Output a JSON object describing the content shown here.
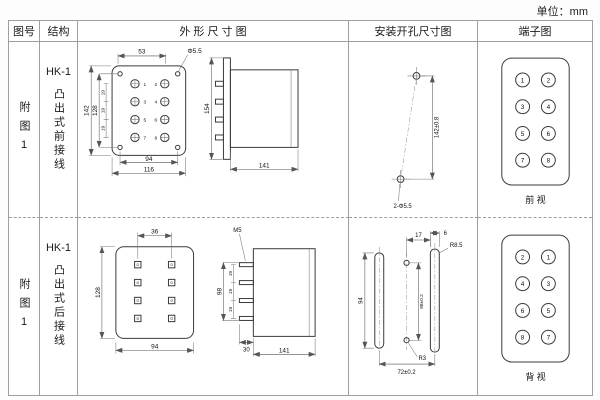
{
  "unit_label": "单位：mm",
  "header": {
    "fig_no": "图号",
    "structure": "结构",
    "outline": "外 形 尺 寸 图",
    "mounting": "安装开孔尺寸图",
    "terminal": "端子图"
  },
  "row1": {
    "fig": "附图1",
    "model": "HK-1",
    "desc": "凸出式前接线",
    "outline": {
      "d53": "53",
      "dia": "Φ5.5",
      "d142": "142",
      "d128": "128",
      "d19a": "19",
      "d19b": "19",
      "d19c": "19",
      "d94": "94",
      "d116": "116",
      "d154": "154",
      "d141": "141",
      "terminals": [
        "1",
        "2",
        "3",
        "4",
        "5",
        "6",
        "7",
        "8"
      ]
    },
    "mounting": {
      "d142": "142±0.8",
      "holes": "2-Φ5.5"
    },
    "terminal": {
      "left": [
        "1",
        "3",
        "5",
        "7"
      ],
      "right": [
        "2",
        "4",
        "6",
        "8"
      ],
      "view": "前 视"
    }
  },
  "row2": {
    "fig": "附图1",
    "model": "HK-1",
    "desc": "凸出式后接线",
    "outline": {
      "d36": "36",
      "d128": "128",
      "d94": "94",
      "m5": "M5",
      "d98": "98",
      "d19a": "19",
      "d19b": "19",
      "d19c": "19",
      "d30": "30",
      "d141": "141"
    },
    "mounting": {
      "d17": "17",
      "d6": "6",
      "r85": "R8.5",
      "d94": "94",
      "d72": "72±0.2",
      "r3": "R3",
      "d88": "88±0.2"
    },
    "terminal": {
      "left": [
        "2",
        "4",
        "6",
        "8"
      ],
      "right": [
        "1",
        "3",
        "5",
        "7"
      ],
      "view": "背 视"
    }
  }
}
